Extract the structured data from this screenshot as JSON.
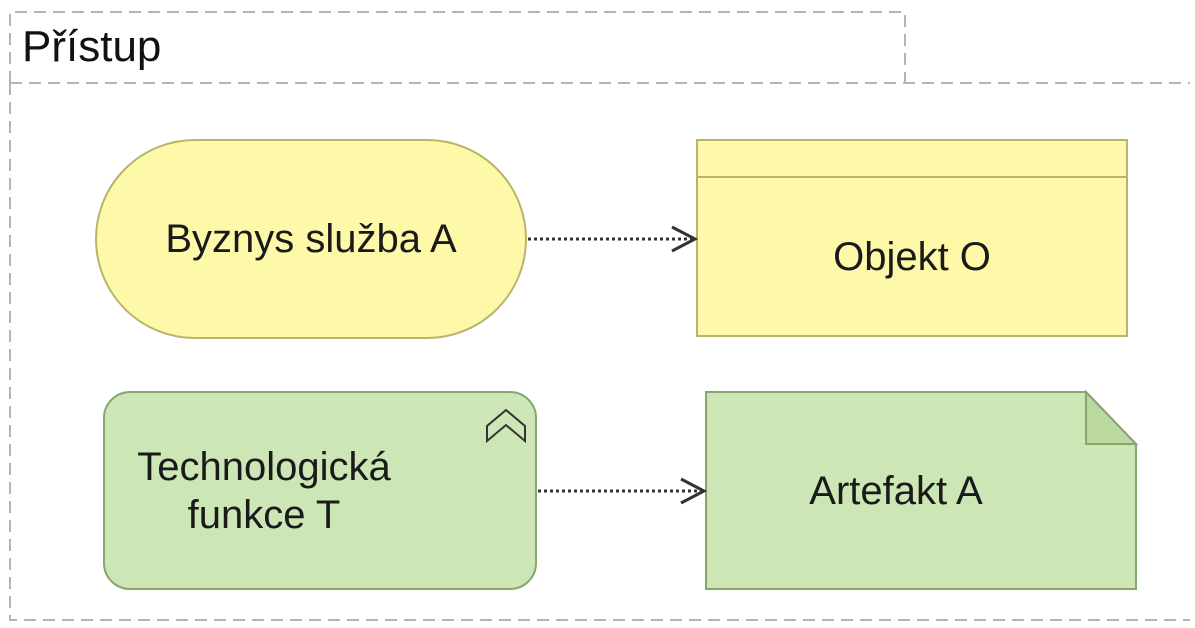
{
  "group": {
    "label": "Přístup"
  },
  "nodes": {
    "business_service": {
      "label": "Byznys služba A",
      "fill": "#fdf9a8",
      "stroke": "#b9b46a"
    },
    "data_object": {
      "label": "Objekt O",
      "fill": "#fdf9a8",
      "stroke": "#b9b46a"
    },
    "tech_function": {
      "label": "Technologická\nfunkce T",
      "fill": "#cde6b5",
      "stroke": "#86a66d"
    },
    "artifact": {
      "label": "Artefakt A",
      "fill": "#cde6b5",
      "stroke": "#86a66d"
    }
  },
  "relations": [
    {
      "type": "access",
      "from": "business_service",
      "to": "data_object"
    },
    {
      "type": "access",
      "from": "tech_function",
      "to": "artifact"
    }
  ],
  "icons": {
    "function": "function-chevron-icon",
    "arrow": "open-arrowhead-icon"
  },
  "colors": {
    "group_border": "#b5b5b5",
    "relation_line": "#333333"
  }
}
